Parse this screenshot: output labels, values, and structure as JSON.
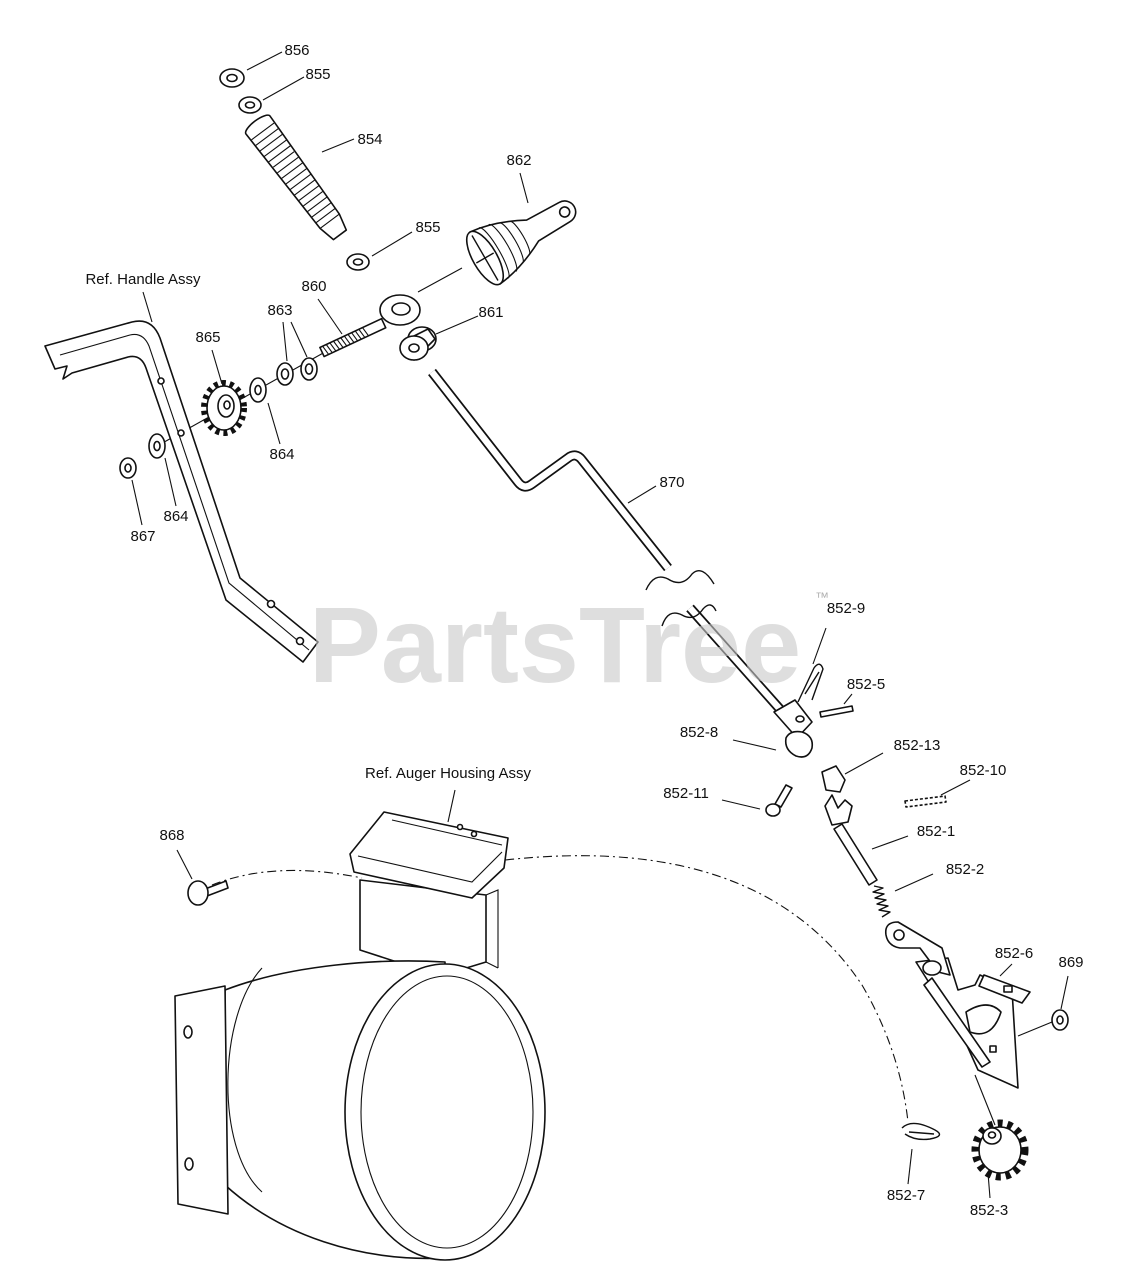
{
  "watermark": {
    "text": "PartsTree",
    "tm": "™"
  },
  "callouts": [
    {
      "text": "856"
    },
    {
      "text": "855"
    },
    {
      "text": "854"
    },
    {
      "text": "862"
    },
    {
      "text": "855"
    },
    {
      "text": "Ref. Handle Assy"
    },
    {
      "text": "860"
    },
    {
      "text": "863"
    },
    {
      "text": "861"
    },
    {
      "text": "865"
    },
    {
      "text": "864"
    },
    {
      "text": "864"
    },
    {
      "text": "867"
    },
    {
      "text": "870"
    },
    {
      "text": "852-9"
    },
    {
      "text": "852-5"
    },
    {
      "text": "852-8"
    },
    {
      "text": "852-13"
    },
    {
      "text": "852-10"
    },
    {
      "text": "852-11"
    },
    {
      "text": "Ref. Auger Housing Assy"
    },
    {
      "text": "868"
    },
    {
      "text": "852-1"
    },
    {
      "text": "852-2"
    },
    {
      "text": "852-6"
    },
    {
      "text": "869"
    },
    {
      "text": "852-7"
    },
    {
      "text": "852-3"
    }
  ]
}
